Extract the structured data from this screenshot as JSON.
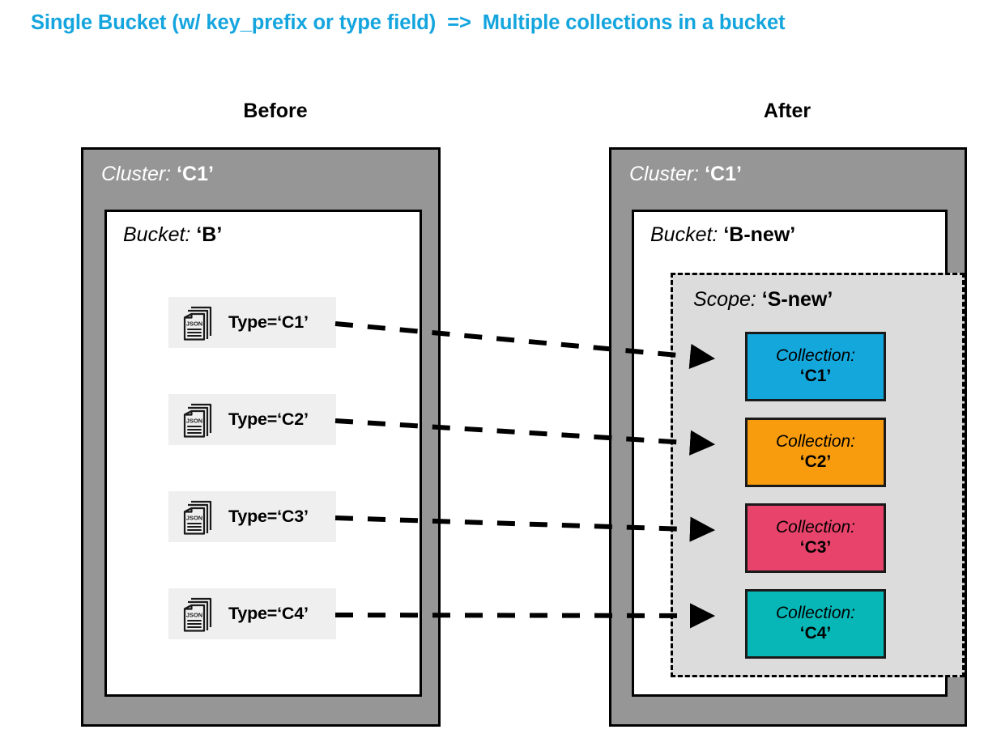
{
  "title": {
    "left_text": "Single Bucket (w/ key_prefix or type field)",
    "arrow": "=>",
    "right_text": "Multiple collections in a bucket",
    "color": "#15A5DE"
  },
  "headings": {
    "before": "Before",
    "after": "After"
  },
  "before_panel": {
    "cluster": {
      "key": "Cluster:",
      "value": "‘C1’"
    },
    "bucket": {
      "key": "Bucket:",
      "value": "‘B’"
    },
    "documents": [
      {
        "icon": "json-document-stack-icon",
        "label": "Type=‘C1’"
      },
      {
        "icon": "json-document-stack-icon",
        "label": "Type=‘C2’"
      },
      {
        "icon": "json-document-stack-icon",
        "label": "Type=‘C3’"
      },
      {
        "icon": "json-document-stack-icon",
        "label": "Type=‘C4’"
      }
    ]
  },
  "after_panel": {
    "cluster": {
      "key": "Cluster:",
      "value": "‘C1’"
    },
    "bucket": {
      "key": "Bucket:",
      "value": "‘B-new’"
    },
    "scope": {
      "key": "Scope:",
      "value": "‘S-new’"
    },
    "collections": [
      {
        "key": "Collection:",
        "value": "‘C1’",
        "color": "#14A7DC"
      },
      {
        "key": "Collection:",
        "value": "‘C2’",
        "color": "#F89C0E"
      },
      {
        "key": "Collection:",
        "value": "‘C3’",
        "color": "#E8436B"
      },
      {
        "key": "Collection:",
        "value": "‘C4’",
        "color": "#07B7B7"
      }
    ]
  },
  "mapping_arrows": [
    {
      "from": "Type=‘C1’",
      "to": "Collection: ‘C1’"
    },
    {
      "from": "Type=‘C2’",
      "to": "Collection: ‘C2’"
    },
    {
      "from": "Type=‘C3’",
      "to": "Collection: ‘C3’"
    },
    {
      "from": "Type=‘C4’",
      "to": "Collection: ‘C4’"
    }
  ],
  "palette": {
    "cluster_fill": "#969696",
    "bucket_fill": "#ffffff",
    "scope_fill": "#DCDCDC",
    "doc_row_fill": "#EFEFEF",
    "stroke": "#000000"
  }
}
